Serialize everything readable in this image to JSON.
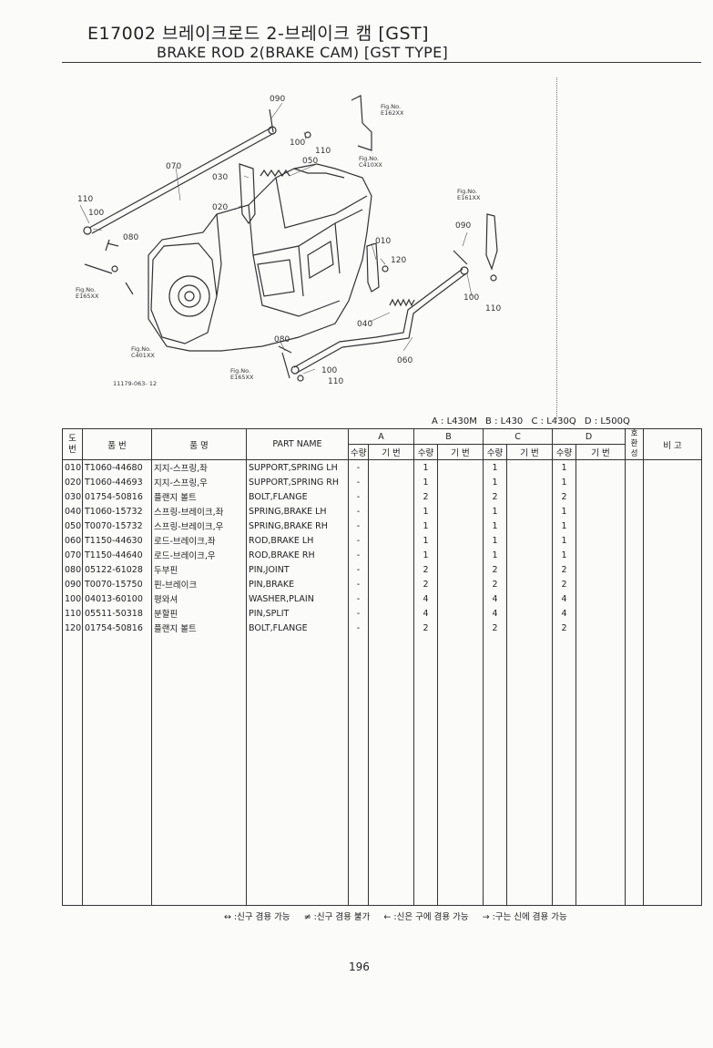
{
  "title_kr": "E17002 브레이크로드 2-브레이크 캠 [GST]",
  "title_en": "BRAKE ROD 2(BRAKE CAM) [GST TYPE]",
  "diagram": {
    "callouts": {
      "c090a": "090",
      "c100a": "100",
      "c110a": "110",
      "c070": "070",
      "c050": "050",
      "c030": "030",
      "c020": "020",
      "c110b": "110",
      "c100b": "100",
      "c080a": "080",
      "c090b": "090",
      "c010": "010",
      "c120": "120",
      "c100c": "100",
      "c110c": "110",
      "c040": "040",
      "c060": "060",
      "c080b": "080",
      "c100d": "100",
      "c110d": "110"
    },
    "fig_refs": {
      "f1": "Fig.No.\nE162XX",
      "f2": "Fig.No.\nC410XX",
      "f3": "Fig.No.\nE161XX",
      "f4": "Fig.No.\nE165XX",
      "f5": "Fig.No.\nC401XX",
      "f6": "Fig.No.\nE165XX"
    },
    "code": "11179-063- 12"
  },
  "legend": {
    "a": "A : L430M",
    "b": "B : L430",
    "c": "C : L430Q",
    "d": "D : L500Q"
  },
  "header": {
    "no": "도\n번",
    "part_no": "품   번",
    "name_kr": "품          명",
    "part_name": "PART  NAME",
    "model_a": "A",
    "model_b": "B",
    "model_c": "C",
    "model_d": "D",
    "qty": "수량",
    "base": "기  번",
    "interchange": "호\n환\n성",
    "remarks": "비  고"
  },
  "rows": [
    {
      "no": "010",
      "part": "T1060-44680",
      "kr": "지지-스프링,좌",
      "en": "SUPPORT,SPRING LH",
      "a": "-",
      "b": "1",
      "c": "1",
      "d": "1"
    },
    {
      "no": "020",
      "part": "T1060-44693",
      "kr": "지지-스프링,우",
      "en": "SUPPORT,SPRING RH",
      "a": "-",
      "b": "1",
      "c": "1",
      "d": "1"
    },
    {
      "no": "030",
      "part": "01754-50816",
      "kr": "플랜지 볼트",
      "en": "BOLT,FLANGE",
      "a": "-",
      "b": "2",
      "c": "2",
      "d": "2"
    },
    {
      "no": "040",
      "part": "T1060-15732",
      "kr": "스프링-브레이크,좌",
      "en": "SPRING,BRAKE LH",
      "a": "-",
      "b": "1",
      "c": "1",
      "d": "1"
    },
    {
      "no": "050",
      "part": "T0070-15732",
      "kr": "스프링-브레이크,우",
      "en": "SPRING,BRAKE RH",
      "a": "-",
      "b": "1",
      "c": "1",
      "d": "1"
    },
    {
      "no": "060",
      "part": "T1150-44630",
      "kr": "로드-브레이크,좌",
      "en": "ROD,BRAKE LH",
      "a": "-",
      "b": "1",
      "c": "1",
      "d": "1"
    },
    {
      "no": "070",
      "part": "T1150-44640",
      "kr": "로드-브레이크,우",
      "en": "ROD,BRAKE RH",
      "a": "-",
      "b": "1",
      "c": "1",
      "d": "1"
    },
    {
      "no": "080",
      "part": "05122-61028",
      "kr": "두부핀",
      "en": "PIN,JOINT",
      "a": "-",
      "b": "2",
      "c": "2",
      "d": "2"
    },
    {
      "no": "090",
      "part": "T0070-15750",
      "kr": "핀-브레이크",
      "en": "PIN,BRAKE",
      "a": "-",
      "b": "2",
      "c": "2",
      "d": "2"
    },
    {
      "no": "100",
      "part": "04013-60100",
      "kr": "평와셔",
      "en": "WASHER,PLAIN",
      "a": "-",
      "b": "4",
      "c": "4",
      "d": "4"
    },
    {
      "no": "110",
      "part": "05511-50318",
      "kr": "분할핀",
      "en": "PIN,SPLIT",
      "a": "-",
      "b": "4",
      "c": "4",
      "d": "4"
    },
    {
      "no": "120",
      "part": "01754-50816",
      "kr": "플랜지 볼트",
      "en": "BOLT,FLANGE",
      "a": "-",
      "b": "2",
      "c": "2",
      "d": "2"
    }
  ],
  "footer": {
    "s1": "↔ :신구 겸용 가능",
    "s2": "≠ :신구 겸용 불가",
    "s3": "← :신은 구에 겸용 가능",
    "s4": "→ :구는 신에 겸용 가능"
  },
  "page_number": "196"
}
